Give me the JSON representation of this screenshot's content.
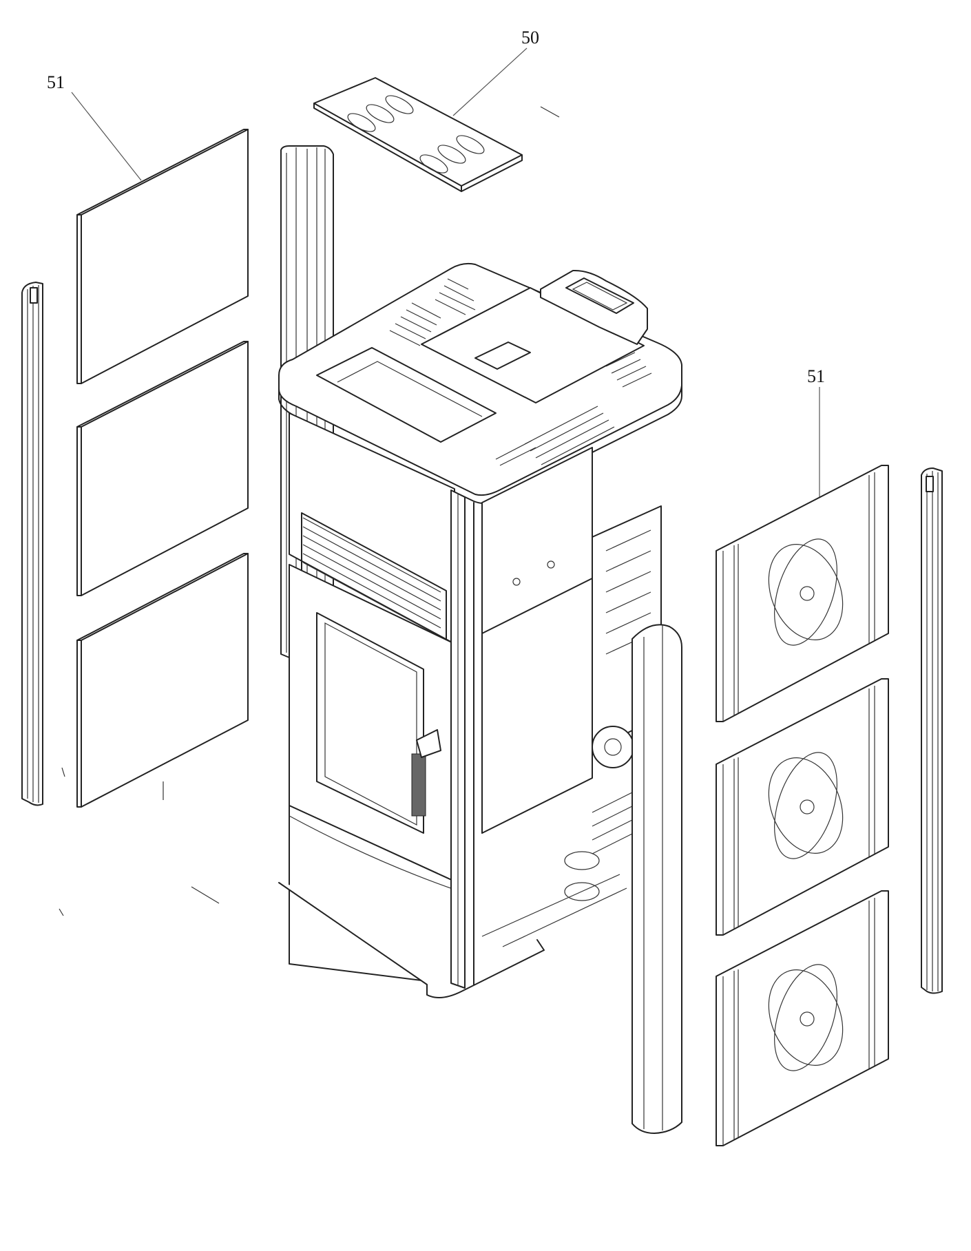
{
  "callouts": [
    {
      "id": "top-cover",
      "label": "50"
    },
    {
      "id": "left-panels",
      "label": "51"
    },
    {
      "id": "right-panels",
      "label": "51"
    }
  ]
}
